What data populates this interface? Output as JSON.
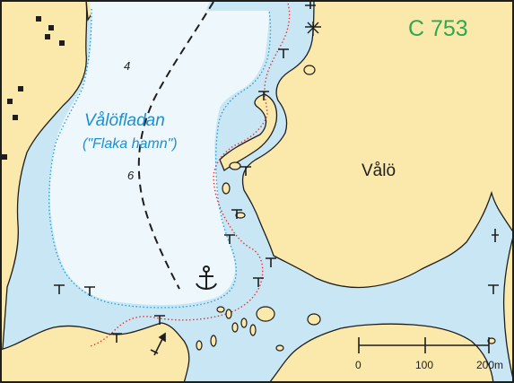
{
  "chart": {
    "id": "C 753"
  },
  "labels": {
    "bay_name": "Vålöfladan",
    "bay_alt_name": "(\"Flaka hamn\")",
    "island": "Vålö"
  },
  "depths": [
    "4",
    "6"
  ],
  "scale_bar": {
    "ticks": [
      "0",
      "100",
      "200m"
    ]
  },
  "colors": {
    "land": "#fbe9ac",
    "shallow": "#c9e6f4",
    "deep": "#eef7fc",
    "label_blue": "#1b8fd0",
    "chart_id_green": "#2fa84f",
    "contour_dotted": "#2aa3d9",
    "contour_red": "#e03a3a"
  },
  "icons": {
    "anchorage": "anchor-icon",
    "rock_hazard": "rock-hazard-icon",
    "directional_arrow": "arrow-icon"
  }
}
